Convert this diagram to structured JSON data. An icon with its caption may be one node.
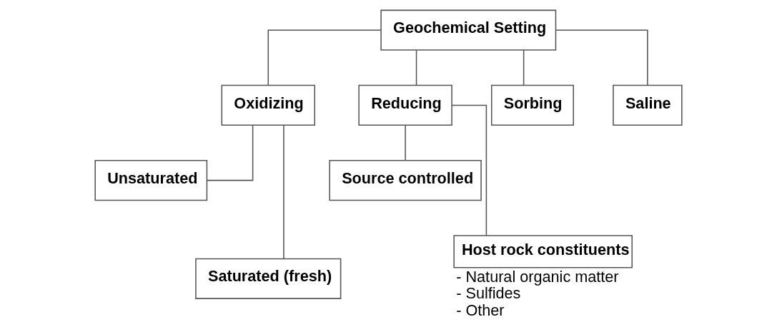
{
  "diagram": {
    "nodes": [
      {
        "text": [
          "Geochemical Setting"
        ]
      },
      {
        "text": [
          "Oxidizing"
        ]
      },
      {
        "text": [
          "Reducing"
        ]
      },
      {
        "text": [
          "Sorbing"
        ]
      },
      {
        "text": [
          "Saline"
        ]
      },
      {
        "text": [
          "Unsaturated"
        ]
      },
      {
        "text": [
          "Saturated (fresh)"
        ]
      },
      {
        "text": [
          "Source controlled"
        ]
      },
      {
        "text": [
          "Host rock constituents"
        ],
        "beside": [
          "- Natural organic matter",
          "- Sulfides",
          "- Other"
        ]
      }
    ],
    "edges": [
      {
        "from": 0,
        "to": 1,
        "arrow": "none"
      },
      {
        "from": 0,
        "to": 2,
        "arrow": "none"
      },
      {
        "from": 0,
        "to": 3,
        "arrow": "none"
      },
      {
        "from": 0,
        "to": 4,
        "arrow": "none"
      },
      {
        "from": 1,
        "to": 5,
        "arrow": "none"
      },
      {
        "from": 1,
        "to": 6,
        "arrow": "none"
      },
      {
        "from": 2,
        "to": 7,
        "arrow": "none"
      },
      {
        "from": 2,
        "to": 8,
        "arrow": "none"
      }
    ]
  }
}
